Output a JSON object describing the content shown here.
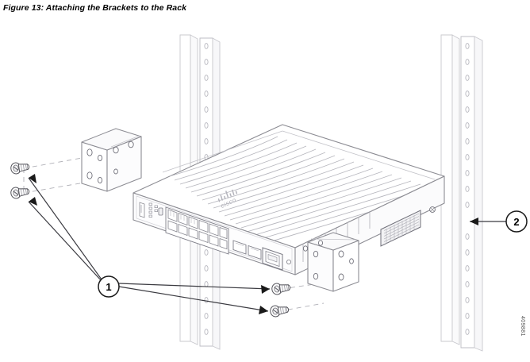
{
  "figure": {
    "title": "Figure 13: Attaching the Brackets to the Rack",
    "artwork_id": "409881"
  },
  "callouts": [
    {
      "number": "1",
      "label": "bracket-mounting-screws"
    },
    {
      "number": "2",
      "label": "equipment-rack-post"
    }
  ],
  "device": {
    "brand_wordmark": "cisco",
    "colors": {
      "line": "#8c8c93",
      "line_dark": "#55555c",
      "fill": "#ffffff",
      "shade": "#f4f4f6",
      "arrow": "#1a1a1a"
    }
  },
  "rack": {
    "post_count": 4,
    "hole_shape": "oval"
  },
  "screws": {
    "count": 4,
    "positions": [
      "upper-left",
      "lower-left",
      "lower-center",
      "lower-right"
    ]
  }
}
